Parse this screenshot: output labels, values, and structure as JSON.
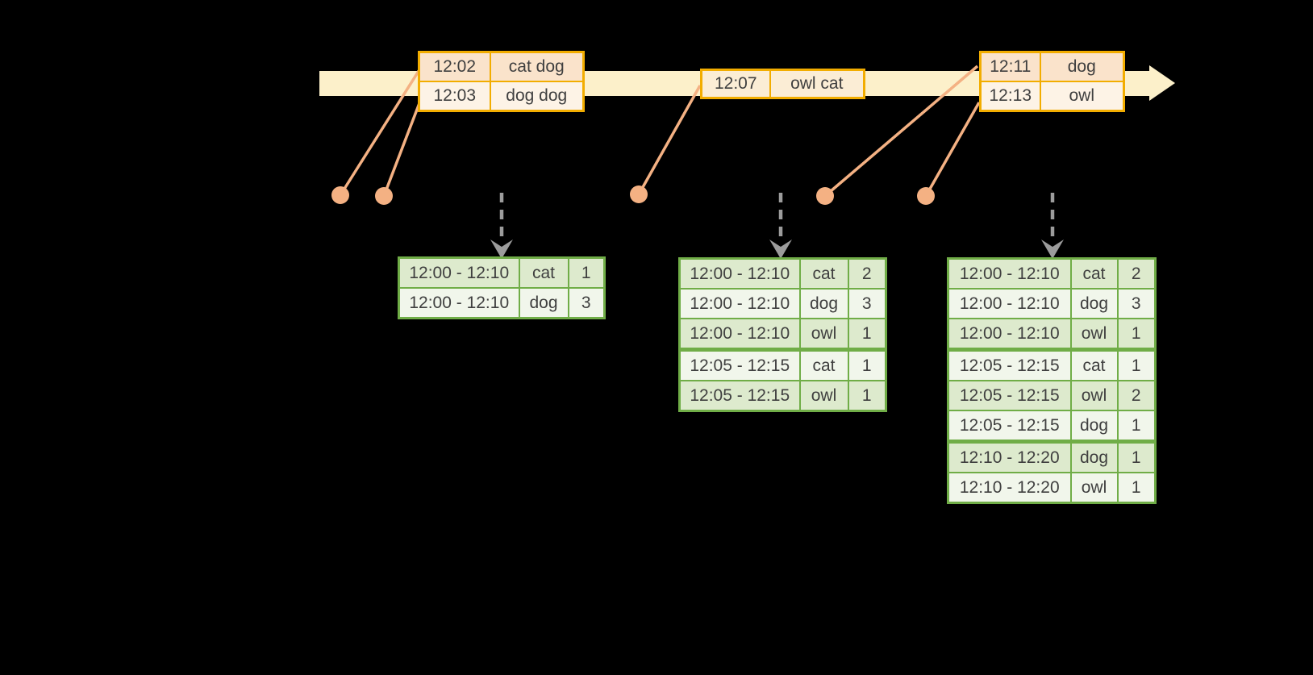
{
  "colors": {
    "bg": "#000000",
    "timeline-fill": "#fcf0ca",
    "gold": "#f2ad00",
    "peach": "#fae3cb",
    "cream": "#fdf3e6",
    "cream2": "#fbedd5",
    "green": "#70ad47",
    "green-shaded": "#ddeacd",
    "green-light": "#f1f6eb",
    "salmon": "#f4b183",
    "gray": "#9c9c9c",
    "text": "#3f3f3f"
  },
  "timeline": {
    "dot_count": 5,
    "trigger_arrow_count": 3
  },
  "event_tables": [
    {
      "columns": [
        "time",
        "text"
      ],
      "rows": [
        {
          "time": "12:02",
          "text": "cat dog",
          "tone": "peach"
        },
        {
          "time": "12:03",
          "text": "dog dog",
          "tone": "cream"
        }
      ]
    },
    {
      "columns": [
        "time",
        "text"
      ],
      "rows": [
        {
          "time": "12:07",
          "text": "owl cat",
          "tone": "cream2"
        }
      ]
    },
    {
      "columns": [
        "time",
        "text"
      ],
      "rows": [
        {
          "time": "12:11",
          "text": "dog",
          "tone": "peach"
        },
        {
          "time": "12:13",
          "text": "owl",
          "tone": "cream"
        }
      ]
    }
  ],
  "result_tables": [
    {
      "columns": [
        "window",
        "word",
        "count"
      ],
      "group_breaks": [],
      "rows": [
        {
          "window": "12:00 - 12:10",
          "word": "cat",
          "count": "1"
        },
        {
          "window": "12:00 - 12:10",
          "word": "dog",
          "count": "3"
        }
      ]
    },
    {
      "columns": [
        "window",
        "word",
        "count"
      ],
      "group_breaks": [
        3
      ],
      "rows": [
        {
          "window": "12:00 - 12:10",
          "word": "cat",
          "count": "2"
        },
        {
          "window": "12:00 - 12:10",
          "word": "dog",
          "count": "3"
        },
        {
          "window": "12:00 - 12:10",
          "word": "owl",
          "count": "1"
        },
        {
          "window": "12:05 - 12:15",
          "word": "cat",
          "count": "1"
        },
        {
          "window": "12:05 - 12:15",
          "word": "owl",
          "count": "1"
        }
      ]
    },
    {
      "columns": [
        "window",
        "word",
        "count"
      ],
      "group_breaks": [
        3,
        6
      ],
      "rows": [
        {
          "window": "12:00 - 12:10",
          "word": "cat",
          "count": "2"
        },
        {
          "window": "12:00 - 12:10",
          "word": "dog",
          "count": "3"
        },
        {
          "window": "12:00 - 12:10",
          "word": "owl",
          "count": "1"
        },
        {
          "window": "12:05 - 12:15",
          "word": "cat",
          "count": "1"
        },
        {
          "window": "12:05 - 12:15",
          "word": "owl",
          "count": "2"
        },
        {
          "window": "12:05 - 12:15",
          "word": "dog",
          "count": "1"
        },
        {
          "window": "12:10 - 12:20",
          "word": "dog",
          "count": "1"
        },
        {
          "window": "12:10 - 12:20",
          "word": "owl",
          "count": "1"
        }
      ]
    }
  ]
}
